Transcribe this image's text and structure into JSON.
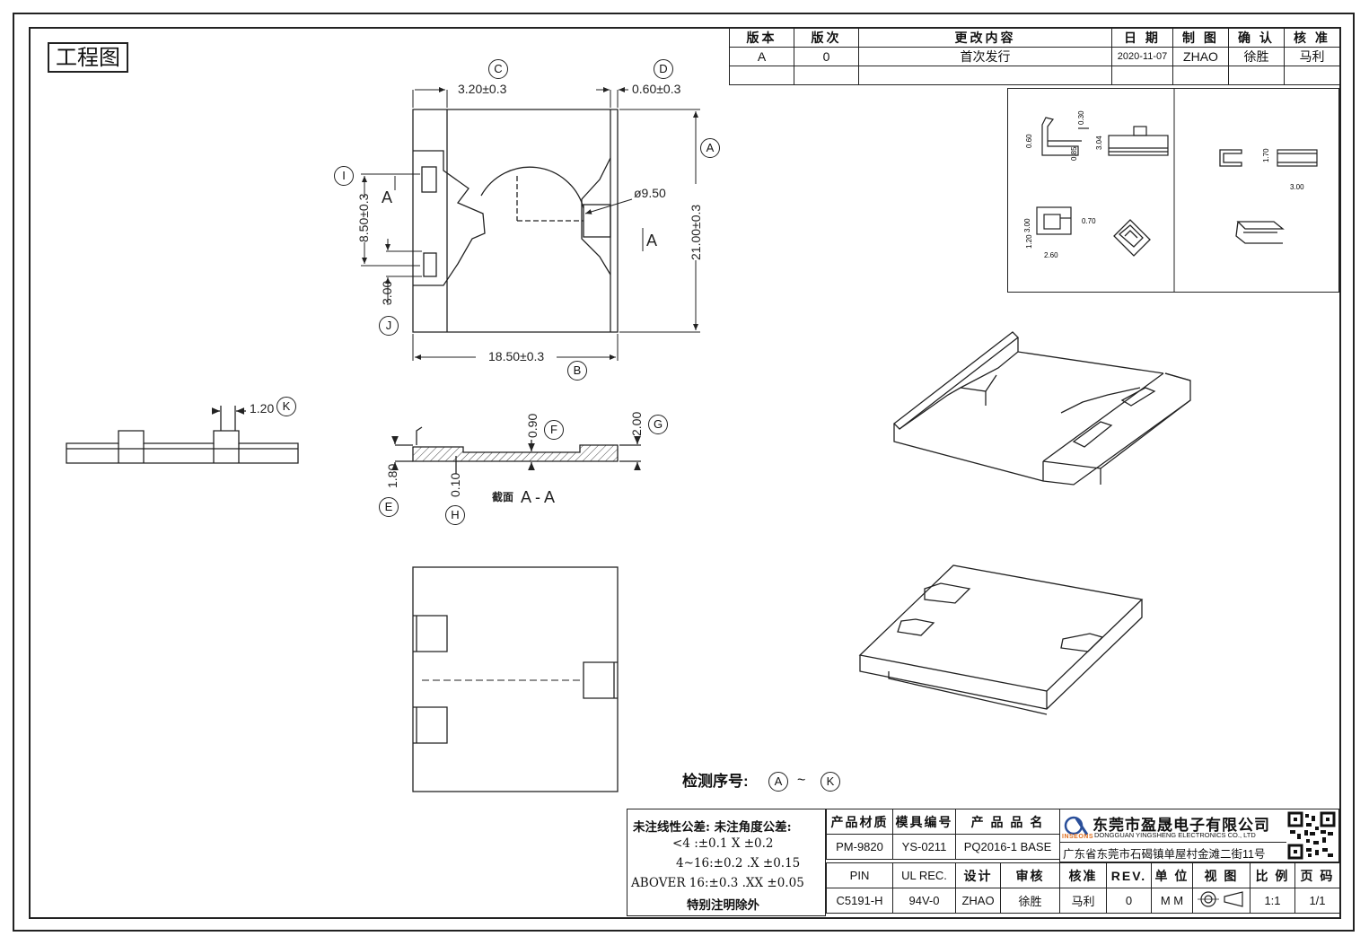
{
  "title": "工程图",
  "revision_table": {
    "headers": [
      "版本",
      "版次",
      "更改内容",
      "日 期",
      "制 图",
      "确 认",
      "核 准"
    ],
    "rows": [
      [
        "A",
        "0",
        "首次发行",
        "2020-11-07",
        "ZHAO",
        "徐胜",
        "马利"
      ],
      [
        "",
        "",
        "",
        "",
        "",
        "",
        ""
      ]
    ]
  },
  "dimensions": {
    "C": "3.20±0.3",
    "D": "0.60±0.3",
    "A": "21.00±0.3",
    "B": "18.50±0.3",
    "I": "8.50±0.3",
    "J": "3.00",
    "diameter": "ø9.50",
    "K": "1.20",
    "F": "0.90",
    "G": "2.00",
    "E": "1.80",
    "H": "0.10"
  },
  "balloons": [
    "A",
    "B",
    "C",
    "D",
    "E",
    "F",
    "G",
    "H",
    "I",
    "J",
    "K"
  ],
  "section": {
    "marker": "A",
    "label_prefix": "截面",
    "label": "A-A"
  },
  "inspection": {
    "label": "检测序号:",
    "from": "A",
    "tilde": "~",
    "to": "K"
  },
  "iso_panel_dims": [
    "0.60",
    "0.30",
    "3.04",
    "0.85",
    "1.70",
    "3.00",
    "3.00",
    "0.70",
    "1.20",
    "2.60"
  ],
  "tolerance": {
    "line1": "未注线性公差:  未注角度公差:",
    "line2": "<4 :±0.1   X ±0.2",
    "line3": "4~16:±0.2  .X ±0.15",
    "line4": "ABOVER 16:±0.3  .XX ±0.05",
    "line5": "特别注明除外"
  },
  "title_block": {
    "row1": [
      "产品材质",
      "模具编号",
      "产 品 品 名"
    ],
    "row2": [
      "PM-9820",
      "YS-0211",
      "PQ2016-1 BASE"
    ],
    "row3": [
      "PIN",
      "UL REC.",
      "设计",
      "审核",
      "核准",
      "REV.",
      "单 位",
      "视 图",
      "比 例",
      "页 码"
    ],
    "row4": [
      "C5191-H",
      "94V-0",
      "ZHAO",
      "徐胜",
      "马利",
      "0",
      "M M",
      "",
      "1:1",
      "1/1"
    ]
  },
  "company": {
    "name_cn": "东莞市盈晟电子有限公司",
    "name_en": "DONGGUAN YINGSHENG ELECTRONICS CO., LTD",
    "logo_text": "INSEONS",
    "address": "广东省东莞市石碣镇单屋村金滩二街11号"
  }
}
